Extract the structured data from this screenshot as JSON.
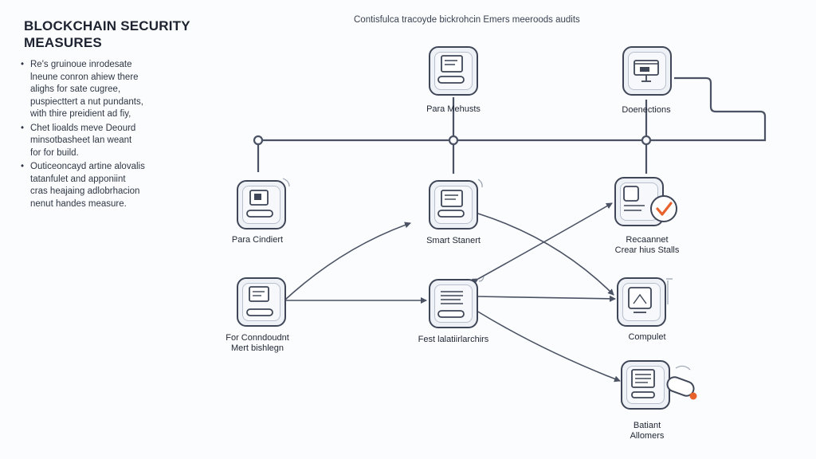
{
  "title": "BLOCKCHAIN SECURITY MEASURES",
  "caption": "Contisfulca tracoyde bickrohcin Emers meeroods audits",
  "bullets": [
    [
      "Re's gruinoue inrodesate",
      "lneune conron ahiew there",
      "alighs for sate cugree,",
      "puspiecttert a nut pundants,",
      "with thire preidient ad fiy,"
    ],
    [
      "Chet lioalds meve Deourd",
      "minsotbasheet lan weant",
      "for for build."
    ],
    [
      "Outiceoncayd artine alovalis",
      "tatanfulet and apponiint",
      "cras heajaing adlobrhacion",
      "nenut handes measure."
    ]
  ],
  "nodes": {
    "top_left": [
      "Para Mehusts"
    ],
    "top_right": [
      "Doenections"
    ],
    "row2_left": [
      "Para Cindiert"
    ],
    "row2_mid": [
      "Smart Stanert"
    ],
    "row2_right": [
      "Recaannet",
      "Crear hius Stalls"
    ],
    "row3_left": [
      "For Conndoudnt",
      "Mert bishlegn"
    ],
    "row3_mid": [
      "Fest lalatiirlarchirs"
    ],
    "row3_right": [
      "Compulet"
    ],
    "bottom_right": [
      "Batiant",
      "Allomers"
    ]
  },
  "colors": {
    "line": "#4a5264",
    "tile_border": "#3e4657",
    "accent_orange": "#e8622c"
  }
}
